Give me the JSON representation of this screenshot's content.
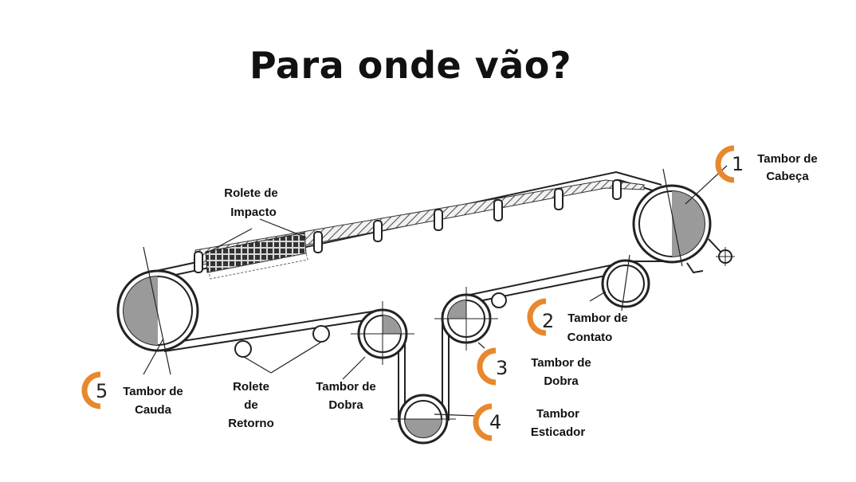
{
  "title": "Para onde vão?",
  "colors": {
    "accent": "#e8882c",
    "shade": "#9a9a9a",
    "line": "#222222"
  },
  "callouts": [
    {
      "number": "1",
      "lines": [
        "Tambor de",
        "Cabeça"
      ]
    },
    {
      "number": "2",
      "lines": [
        "Tambor de",
        "Contato"
      ]
    },
    {
      "number": "3",
      "lines": [
        "Tambor de",
        "Dobra"
      ]
    },
    {
      "number": "4",
      "lines": [
        "Tambor",
        "Esticador"
      ]
    },
    {
      "number": "5",
      "lines": [
        "Tambor de",
        "Cauda"
      ]
    }
  ],
  "labels": {
    "impacto": [
      "Rolete de",
      "Impacto"
    ],
    "retorno": [
      "Rolete",
      "de",
      "Retorno"
    ],
    "dobra_left": [
      "Tambor de",
      "Dobra"
    ]
  }
}
